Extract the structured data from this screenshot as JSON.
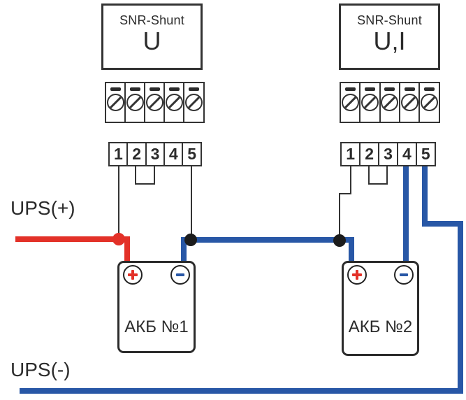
{
  "diagram": {
    "shunts": [
      {
        "title": "SNR-Shunt",
        "mode": "U",
        "terminals": [
          "1",
          "2",
          "3",
          "4",
          "5"
        ]
      },
      {
        "title": "SNR-Shunt",
        "mode": "U,I",
        "terminals": [
          "1",
          "2",
          "3",
          "4",
          "5"
        ]
      }
    ],
    "batteries": [
      {
        "label": "АКБ №1"
      },
      {
        "label": "АКБ №2"
      }
    ],
    "labels": {
      "ups_plus": "UPS(+)",
      "ups_minus": "UPS(-)"
    },
    "colors": {
      "positive": "#e33128",
      "negative": "#2857a6",
      "outline": "#333333"
    },
    "icons": {
      "screw-icon": "circle with diagonal slash (CSS)",
      "clamp-slot-icon": "▬",
      "plus-terminal-icon": "+",
      "minus-terminal-icon": "−",
      "junction-dot-icon": "●"
    }
  }
}
